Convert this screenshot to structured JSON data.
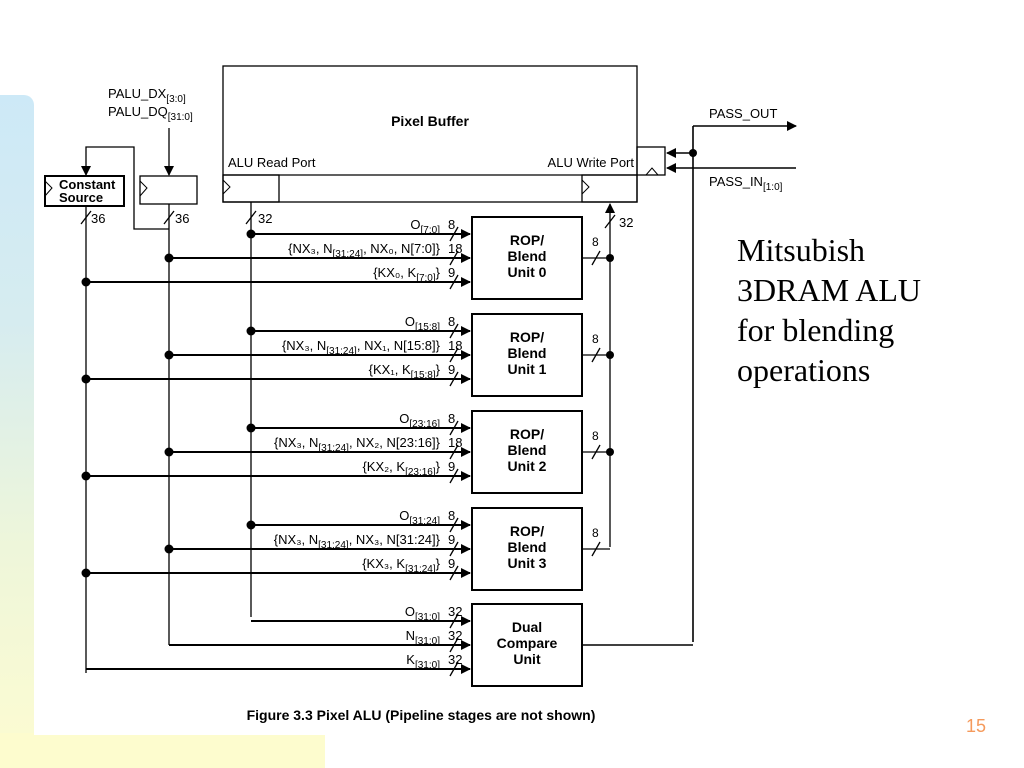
{
  "slide": {
    "page_number": "15",
    "accent_color": "#f59a5c",
    "side_text": [
      "Mitsubish",
      "3DRAM ALU",
      "for blending",
      "operations"
    ]
  },
  "diagram": {
    "caption": "Figure 3.3  Pixel ALU (Pipeline stages are not shown)",
    "pixel_buffer": {
      "title": "Pixel Buffer",
      "read_port": "ALU Read Port",
      "write_port": "ALU Write Port"
    },
    "inputs": {
      "palu_dx": "PALU_DX",
      "palu_dx_sub": "[3:0]",
      "palu_dq": "PALU_DQ",
      "palu_dq_sub": "[31:0]"
    },
    "constant_source": [
      "Constant",
      "Source"
    ],
    "bus_widths": {
      "constant": "36",
      "palu": "36",
      "read": "32",
      "write": "32"
    },
    "pass_out": "PASS_OUT",
    "pass_in": "PASS_IN",
    "pass_in_sub": "[1:0]",
    "rop_units": [
      {
        "label": [
          "ROP/",
          "Blend",
          "Unit 0"
        ],
        "out_width": "8",
        "inputs": [
          {
            "text": "O",
            "sub": "[7:0]",
            "suffix": "",
            "width": "8"
          },
          {
            "text": "{NX₃, N",
            "sub": "[31:24]",
            "suffix": ", NX₀, N[7:0]}",
            "width": "18"
          },
          {
            "text": "{KX₀, K",
            "sub": "[7:0]",
            "suffix": "}",
            "width": "9"
          }
        ]
      },
      {
        "label": [
          "ROP/",
          "Blend",
          "Unit 1"
        ],
        "out_width": "8",
        "inputs": [
          {
            "text": "O",
            "sub": "[15:8]",
            "suffix": "",
            "width": "8"
          },
          {
            "text": "{NX₃, N",
            "sub": "[31:24]",
            "suffix": ", NX₁, N[15:8]}",
            "width": "18"
          },
          {
            "text": "{KX₁, K",
            "sub": "[15:8]",
            "suffix": "}",
            "width": "9"
          }
        ]
      },
      {
        "label": [
          "ROP/",
          "Blend",
          "Unit 2"
        ],
        "out_width": "8",
        "inputs": [
          {
            "text": "O",
            "sub": "[23:16]",
            "suffix": "",
            "width": "8"
          },
          {
            "text": "{NX₃, N",
            "sub": "[31:24]",
            "suffix": ", NX₂, N[23:16]}",
            "width": "18"
          },
          {
            "text": "{KX₂, K",
            "sub": "[23:16]",
            "suffix": "}",
            "width": "9"
          }
        ]
      },
      {
        "label": [
          "ROP/",
          "Blend",
          "Unit 3"
        ],
        "out_width": "8",
        "inputs": [
          {
            "text": "O",
            "sub": "[31:24]",
            "suffix": "",
            "width": "8"
          },
          {
            "text": "{NX₃, N",
            "sub": "[31:24]",
            "suffix": ", NX₃, N[31:24]}",
            "width": "9"
          },
          {
            "text": "{KX₃, K",
            "sub": "[31:24]",
            "suffix": "}",
            "width": "9"
          }
        ]
      }
    ],
    "compare_unit": {
      "label": [
        "Dual",
        "Compare",
        "Unit"
      ],
      "inputs": [
        {
          "text": "O",
          "sub": "[31:0]",
          "suffix": "",
          "width": "32"
        },
        {
          "text": "N",
          "sub": "[31:0]",
          "suffix": "",
          "width": "32"
        },
        {
          "text": "K",
          "sub": "[31:0]",
          "suffix": "",
          "width": "32"
        }
      ]
    }
  }
}
